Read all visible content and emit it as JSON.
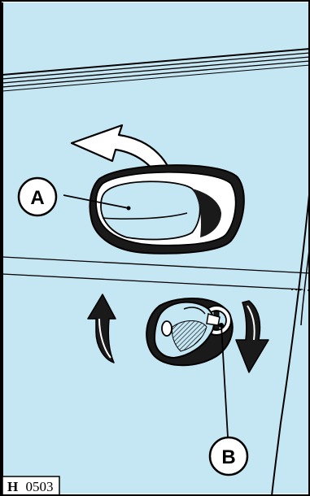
{
  "callouts": {
    "handle": "A",
    "lock": "B"
  },
  "figure_code": {
    "prefix": "H",
    "number": "0503"
  },
  "colors": {
    "panel": "#c5e6f3",
    "outline": "#000000",
    "recess": "#1a1a1a",
    "key": "#c5e6f3"
  }
}
